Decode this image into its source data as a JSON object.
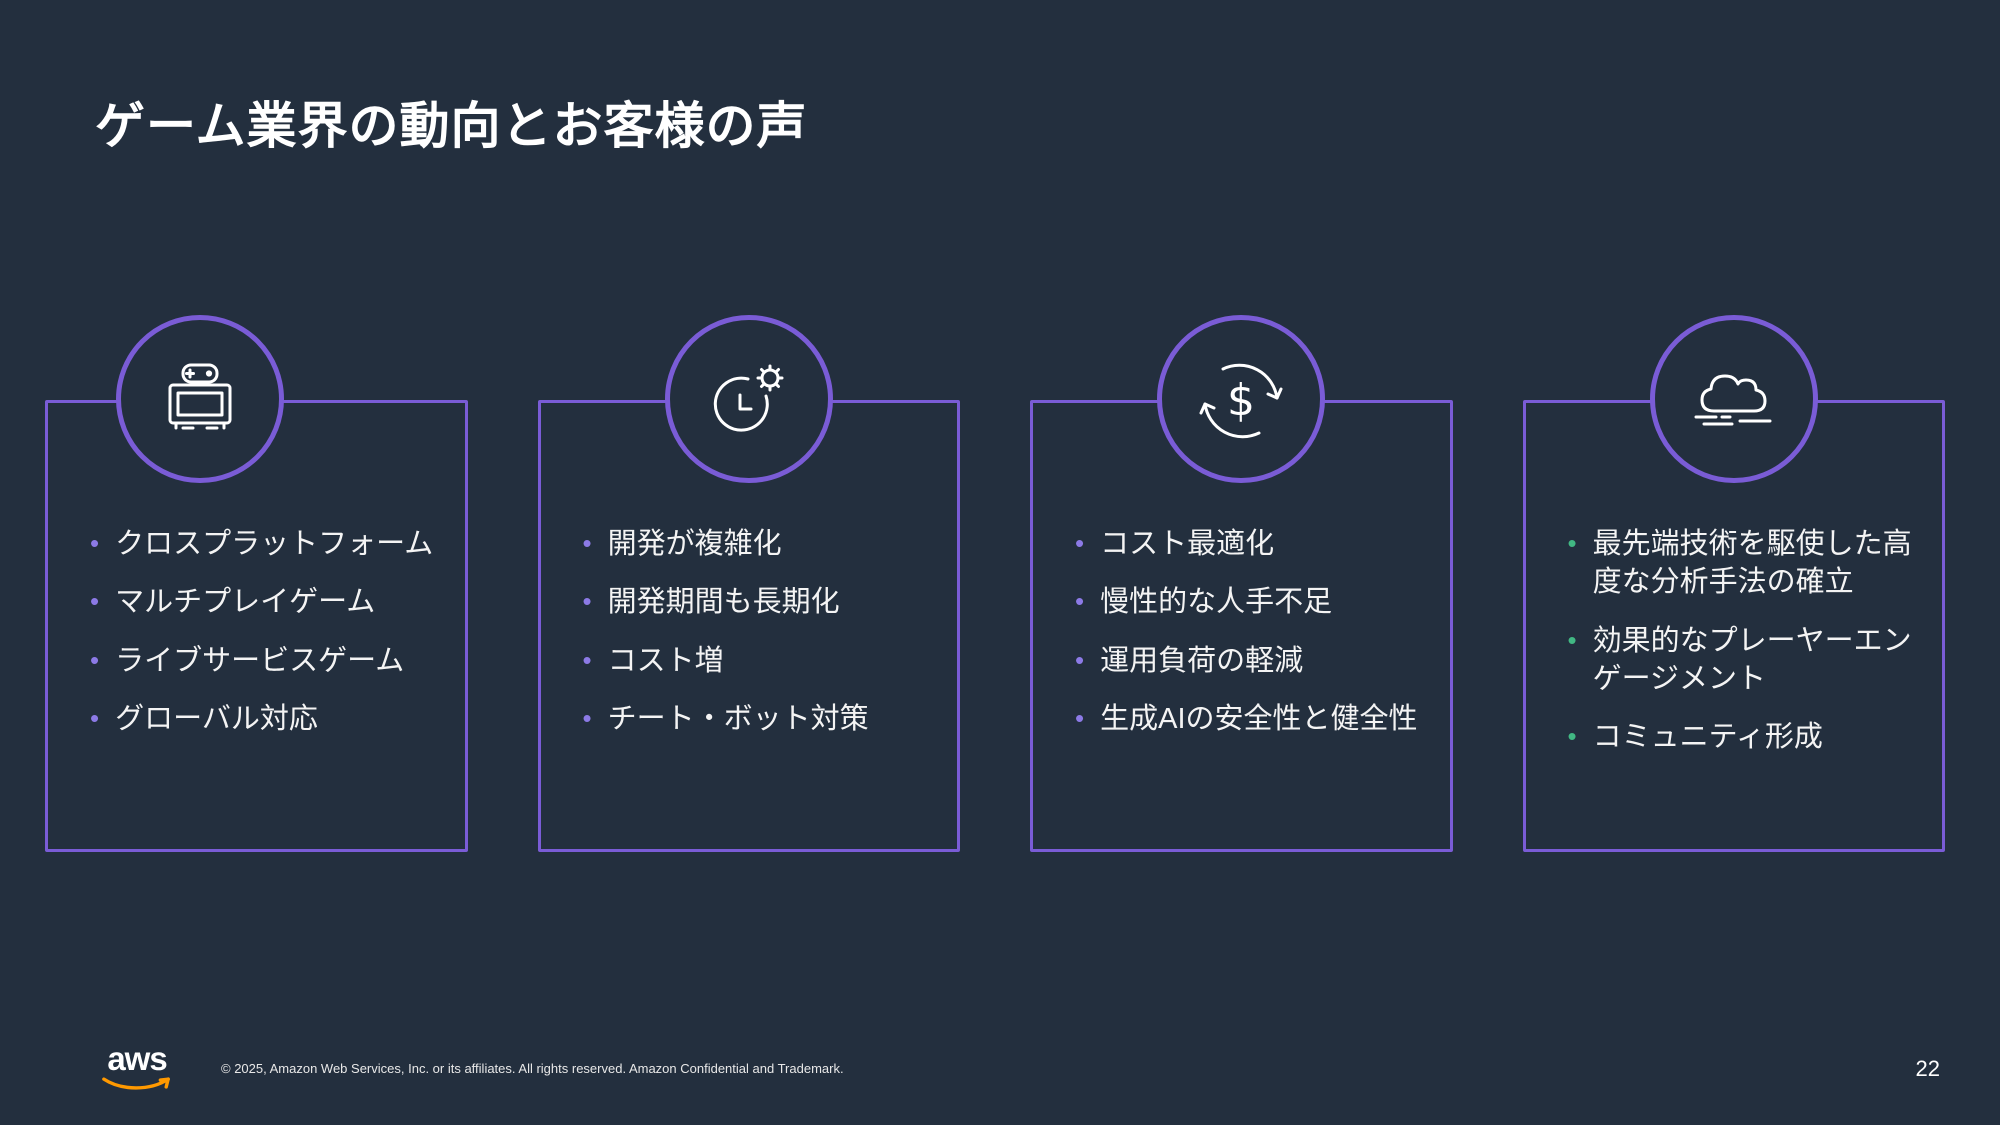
{
  "slide": {
    "title": "ゲーム業界の動向とお客様の声",
    "page_number": "22",
    "copyright": "© 2025, Amazon Web Services, Inc. or its affiliates. All rights reserved. Amazon Confidential and Trademark.",
    "logo_text": "aws"
  },
  "colors": {
    "bg": "#232F3E",
    "card-border": "#7A5CD6",
    "bullet-purple": "#8C7AE6",
    "bullet-green": "#41B883",
    "aws-orange": "#FF9900",
    "text": "#FFFFFF"
  },
  "cards": [
    {
      "icon": "handheld-game-console-icon",
      "items": [
        "クロスプラットフォーム",
        "マルチプレイゲーム",
        "ライブサービスゲーム",
        "グローバル対応"
      ]
    },
    {
      "icon": "clock-gear-icon",
      "items": [
        "開発が複雑化",
        "開発期間も長期化",
        "コスト増",
        "チート・ボット対策"
      ]
    },
    {
      "icon": "dollar-refresh-icon",
      "items": [
        "コスト最適化",
        "慢性的な人手不足",
        "運用負荷の軽減",
        "生成AIの安全性と健全性"
      ]
    },
    {
      "icon": "cloud-icon",
      "items": [
        "最先端技術を駆使した高度な分析手法の確立",
        "効果的なプレーヤーエンゲージメント",
        "コミュニティ形成"
      ]
    }
  ]
}
